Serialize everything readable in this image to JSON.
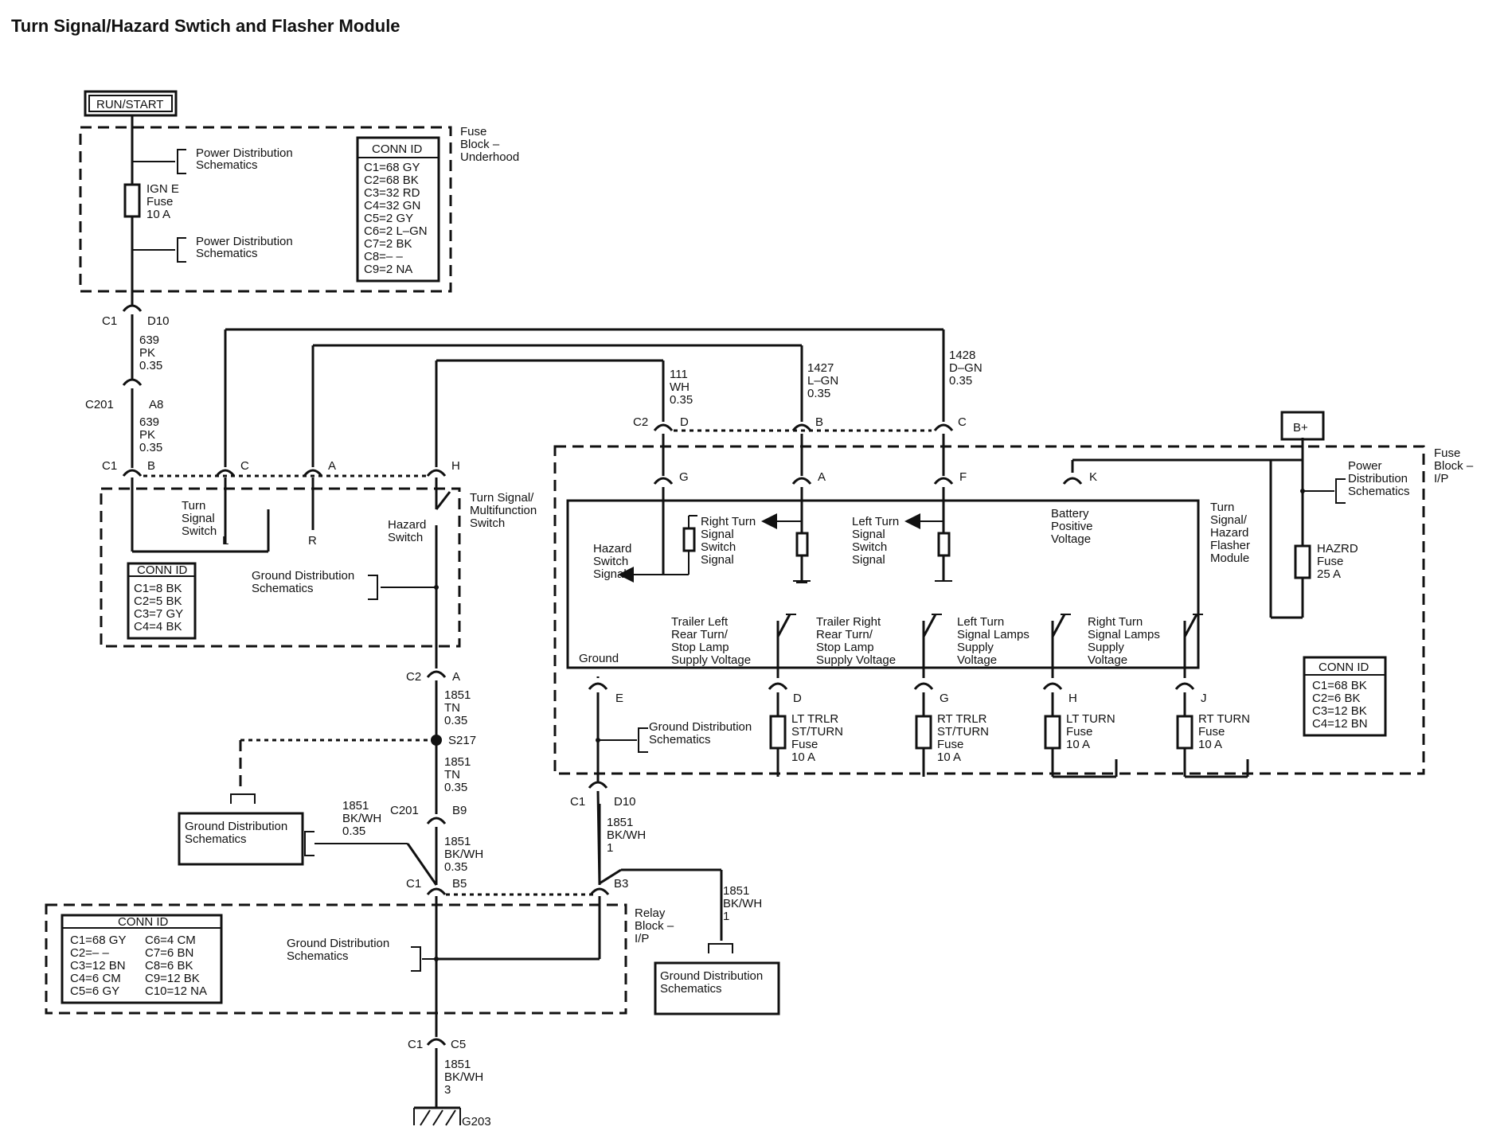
{
  "title": "Turn Signal/Hazard Swtich and Flasher Module",
  "power": {
    "run_start": "RUN/START",
    "b_plus": "B+"
  },
  "fuse_block_underhood": {
    "label": [
      "Fuse",
      "Block –",
      "Underhood"
    ],
    "pds_top": [
      "Power Distribution",
      "Schematics"
    ],
    "pds_bottom": [
      "Power Distribution",
      "Schematics"
    ],
    "fuse": [
      "IGN E",
      "Fuse",
      "10 A"
    ],
    "conn": {
      "header": "CONN ID",
      "lines": [
        "C1=68 GY",
        "C2=68 BK",
        "C3=32 RD",
        "C4=32 GN",
        "C5=2 GY",
        "C6=2 L–GN",
        "C7=2 BK",
        "C8=– –",
        "C9=2 NA"
      ]
    }
  },
  "wire_639": {
    "c1": "C1",
    "d10": "D10",
    "spec1": [
      "639",
      "PK",
      "0.35"
    ],
    "c201": "C201",
    "a8": "A8",
    "spec2": [
      "639",
      "PK",
      "0.35"
    ]
  },
  "wires_top": {
    "w111": [
      "111",
      "WH",
      "0.35"
    ],
    "w1427": [
      "1427",
      "L–GN",
      "0.35"
    ],
    "w1428": [
      "1428",
      "D–GN",
      "0.35"
    ],
    "c2": "C2",
    "d": "D",
    "b": "B",
    "c": "C"
  },
  "turn_switch": {
    "c1": "C1",
    "b": "B",
    "c": "C",
    "a": "A",
    "h": "H",
    "label": [
      "Turn Signal/",
      "Multifunction",
      "Switch"
    ],
    "turn_signal": [
      "Turn",
      "Signal",
      "Switch"
    ],
    "l": "L",
    "r": "R",
    "hazard": [
      "Hazard",
      "Switch"
    ],
    "gds": [
      "Ground Distribution",
      "Schematics"
    ],
    "conn": {
      "header": "CONN ID",
      "lines": [
        "C1=8 BK",
        "C2=5 BK",
        "C3=7 GY",
        "C4=4 BK"
      ]
    }
  },
  "wire_1851_upper": {
    "c2": "C2",
    "a": "A",
    "spec1": [
      "1851",
      "TN",
      "0.35"
    ],
    "s217": "S217",
    "spec2": [
      "1851",
      "TN",
      "0.35"
    ],
    "c201": "C201",
    "b9": "B9",
    "spec3": [
      "1851",
      "BK/WH",
      "0.35"
    ],
    "side": [
      "1851",
      "BK/WH",
      "0.35"
    ],
    "gds_box": [
      "Ground Distribution",
      "Schematics"
    ]
  },
  "relay_block": {
    "label": [
      "Relay",
      "Block –",
      "I/P"
    ],
    "c1": "C1",
    "b5": "B5",
    "b3": "B3",
    "gds": [
      "Ground Distribution",
      "Schematics"
    ],
    "conn": {
      "header": "CONN ID",
      "col1": [
        "C1=68 GY",
        "C2=– –",
        "C3=12 BN",
        "C4=6 CM",
        "C5=6 GY"
      ],
      "col2": [
        "C6=4 CM",
        "C7=6 BN",
        "C8=6 BK",
        "C9=12 BK",
        "C10=12 NA"
      ]
    },
    "d10_c1": "C1",
    "d10": "D10",
    "d10_spec": [
      "1851",
      "BK/WH",
      "1"
    ],
    "right_spec": [
      "1851",
      "BK/WH",
      "1"
    ],
    "right_gds_box": [
      "Ground Distribution",
      "Schematics"
    ],
    "c5_c1": "C1",
    "c5": "C5",
    "c5_spec": [
      "1851",
      "BK/WH",
      "3"
    ],
    "g203": "G203"
  },
  "flasher": {
    "fuse_block_ip": [
      "Fuse",
      "Block –",
      "I/P"
    ],
    "module_label": [
      "Turn",
      "Signal/",
      "Hazard",
      "Flasher",
      "Module"
    ],
    "pins": {
      "g": "G",
      "a": "A",
      "f": "F",
      "k": "K",
      "e": "E",
      "d": "D",
      "gg": "G",
      "h": "H",
      "j": "J"
    },
    "battery": [
      "Battery",
      "Positive",
      "Voltage"
    ],
    "hazard_signal": [
      "Hazard",
      "Switch",
      "Signal"
    ],
    "right_signal": [
      "Right Turn",
      "Signal",
      "Switch",
      "Signal"
    ],
    "left_signal": [
      "Left Turn",
      "Signal",
      "Switch",
      "Signal"
    ],
    "trailer_left": [
      "Trailer Left",
      "Rear Turn/",
      "Stop Lamp",
      "Supply Voltage"
    ],
    "trailer_right": [
      "Trailer Right",
      "Rear Turn/",
      "Stop Lamp",
      "Supply Voltage"
    ],
    "left_lamps": [
      "Left Turn",
      "Signal Lamps",
      "Supply",
      "Voltage"
    ],
    "right_lamps": [
      "Right Turn",
      "Signal Lamps",
      "Supply",
      "Voltage"
    ],
    "ground": "Ground",
    "gds": [
      "Ground Distribution",
      "Schematics"
    ],
    "pds": [
      "Power",
      "Distribution",
      "Schematics"
    ],
    "hazrd_fuse": [
      "HAZRD",
      "Fuse",
      "25 A"
    ],
    "fuse_lt_trlr": [
      "LT TRLR",
      "ST/TURN",
      "Fuse",
      "10 A"
    ],
    "fuse_rt_trlr": [
      "RT TRLR",
      "ST/TURN",
      "Fuse",
      "10 A"
    ],
    "fuse_lt_turn": [
      "LT TURN",
      "Fuse",
      "10 A"
    ],
    "fuse_rt_turn": [
      "RT TURN",
      "Fuse",
      "10 A"
    ],
    "conn": {
      "header": "CONN ID",
      "lines": [
        "C1=68 BK",
        "C2=6 BK",
        "C3=12 BK",
        "C4=12 BN"
      ]
    }
  }
}
